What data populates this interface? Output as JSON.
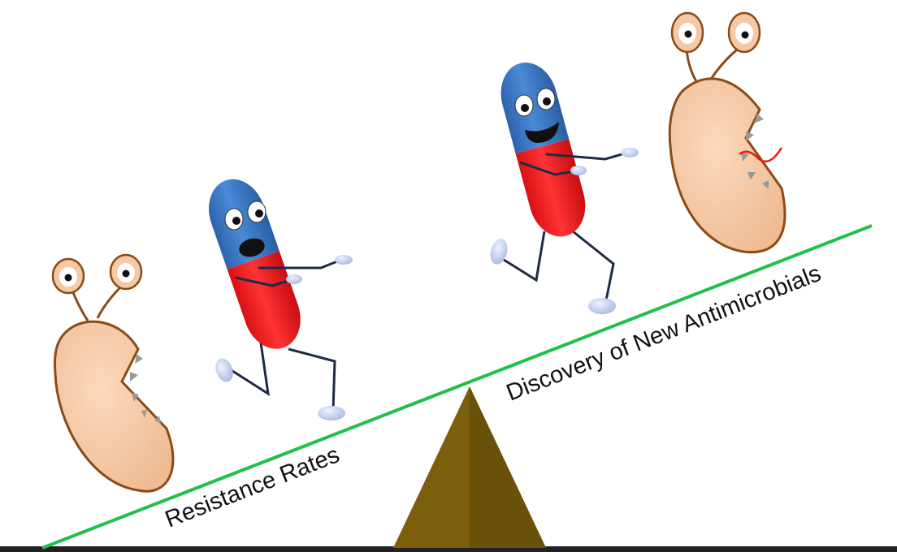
{
  "labels": {
    "left_side": "Resistance Rates",
    "right_side": "Discovery of New Antimicrobials"
  },
  "colors": {
    "plank": "#22c04a",
    "fulcrum": "#7b5f0c",
    "fulcrum_edge": "#5e4707",
    "ground": "#222222",
    "bacterium_body": "#f5c9a5",
    "bacterium_outline": "#8a4b16",
    "pill_top": "#3a77c4",
    "pill_bottom": "#f01d20",
    "limbs": "#1f2a44",
    "hands_feet": "#b9c6ea",
    "teeth": "#9a9a9a",
    "mouth": "#e81b1b"
  },
  "icons": [
    "bacterium-icon",
    "pill-character-icon",
    "fulcrum-triangle"
  ]
}
